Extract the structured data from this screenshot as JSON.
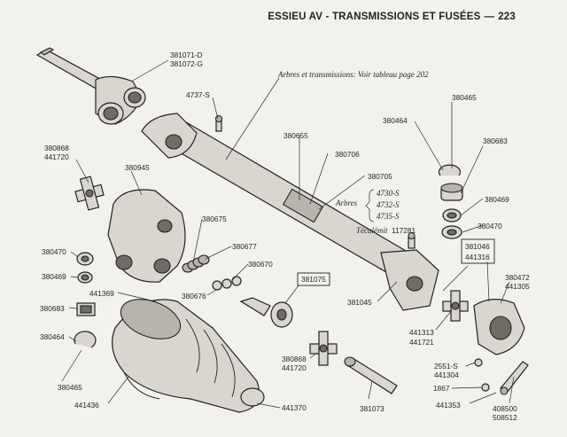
{
  "header": {
    "title": "ESSIEU AV - TRANSMISSIONS ET FUSÉES",
    "separator": "—",
    "page_number": "223"
  },
  "note": "Arbres et transmissions: Voir tableau page 202",
  "arbre_group": {
    "line1": "4730-S",
    "line2": "4732-S",
    "line3": "4735-S",
    "word": "Arbres",
    "tecalemit_word": "Técalémit",
    "tecalemit_ref": "117281"
  },
  "labels": {
    "l381071": "381071-D",
    "l381072": "381072-G",
    "l4737": "4737-S",
    "l380868a": "380868",
    "l441720a": "441720",
    "l380945": "380945",
    "l380655": "380655",
    "l380706": "380706",
    "l380705": "380705",
    "l380464a": "380464",
    "l380465a": "380465",
    "l380683a": "380683",
    "l380469a": "380469",
    "l380470a": "380470",
    "l380675": "380675",
    "l380677": "380677",
    "l380670": "380670",
    "l380676": "380676",
    "l380470b": "380470",
    "l380469b": "380469",
    "l441369": "441369",
    "l381075": "381075",
    "l381045": "381045",
    "l381046": "381046",
    "l441316": "441316",
    "l380472": "380472",
    "l441305": "441305",
    "l380683b": "380683",
    "l380464b": "380464",
    "l441313": "441313",
    "l441721": "441721",
    "l380465b": "380465",
    "l380868b": "380868",
    "l441720b": "441720",
    "l2551": "2551-S",
    "l441304": "441304",
    "l1867": "1867",
    "l441436": "441436",
    "l441370": "441370",
    "l381073": "381073",
    "l441353": "441353",
    "l408500": "408500",
    "l508512": "508512"
  }
}
